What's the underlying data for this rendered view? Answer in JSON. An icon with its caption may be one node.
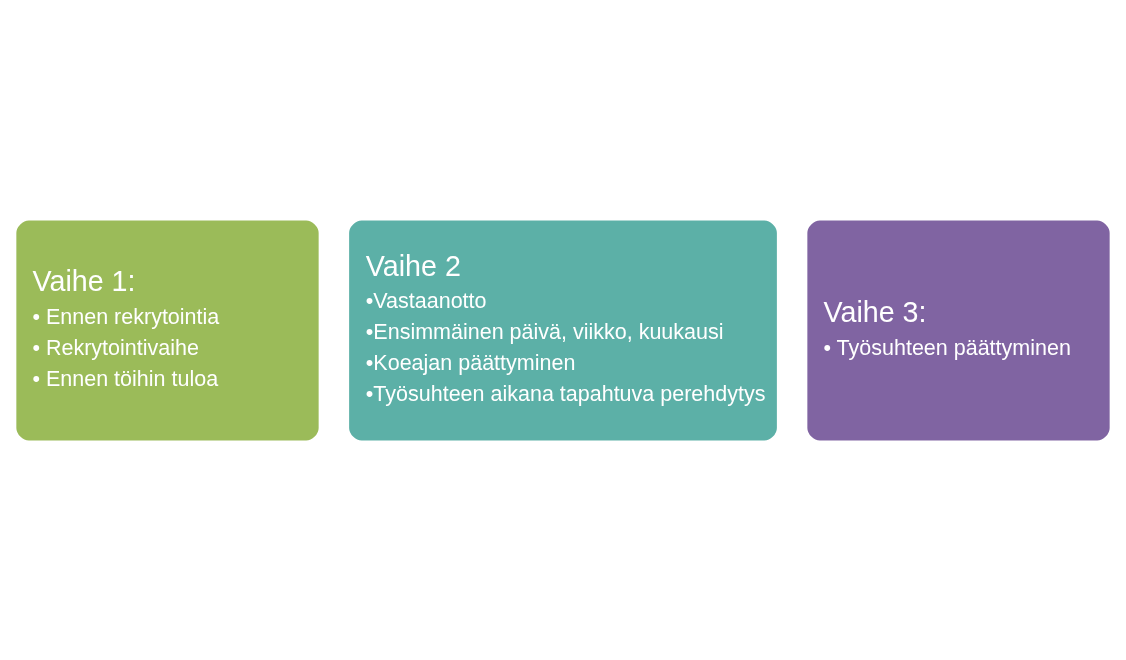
{
  "diagram": {
    "nodes": [
      {
        "text": [
          "Vaihe 1:",
          "• Ennen rekrytointia",
          "• Rekrytointivaihe",
          "• Ennen töihin tuloa"
        ]
      },
      {
        "text": [
          "Vaihe 2",
          "•Vastaanotto",
          "•Ensimmäinen päivä, viikko, kuukausi",
          "•Koeajan päättyminen",
          "•Työsuhteen aikana tapahtuva perehdytys"
        ]
      },
      {
        "text": [
          "Vaihe 3:",
          "• Työsuhteen päättyminen"
        ]
      }
    ]
  }
}
